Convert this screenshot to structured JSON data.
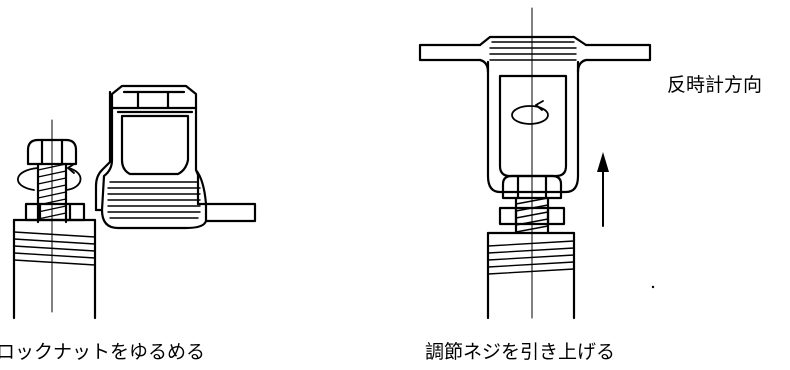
{
  "left_panel": {
    "caption": "ロックナットをゆるめる"
  },
  "right_panel": {
    "caption": "調節ネジを引き上げる",
    "direction_label": "反時計方向"
  },
  "colors": {
    "line": "#000000",
    "background": "#ffffff"
  }
}
